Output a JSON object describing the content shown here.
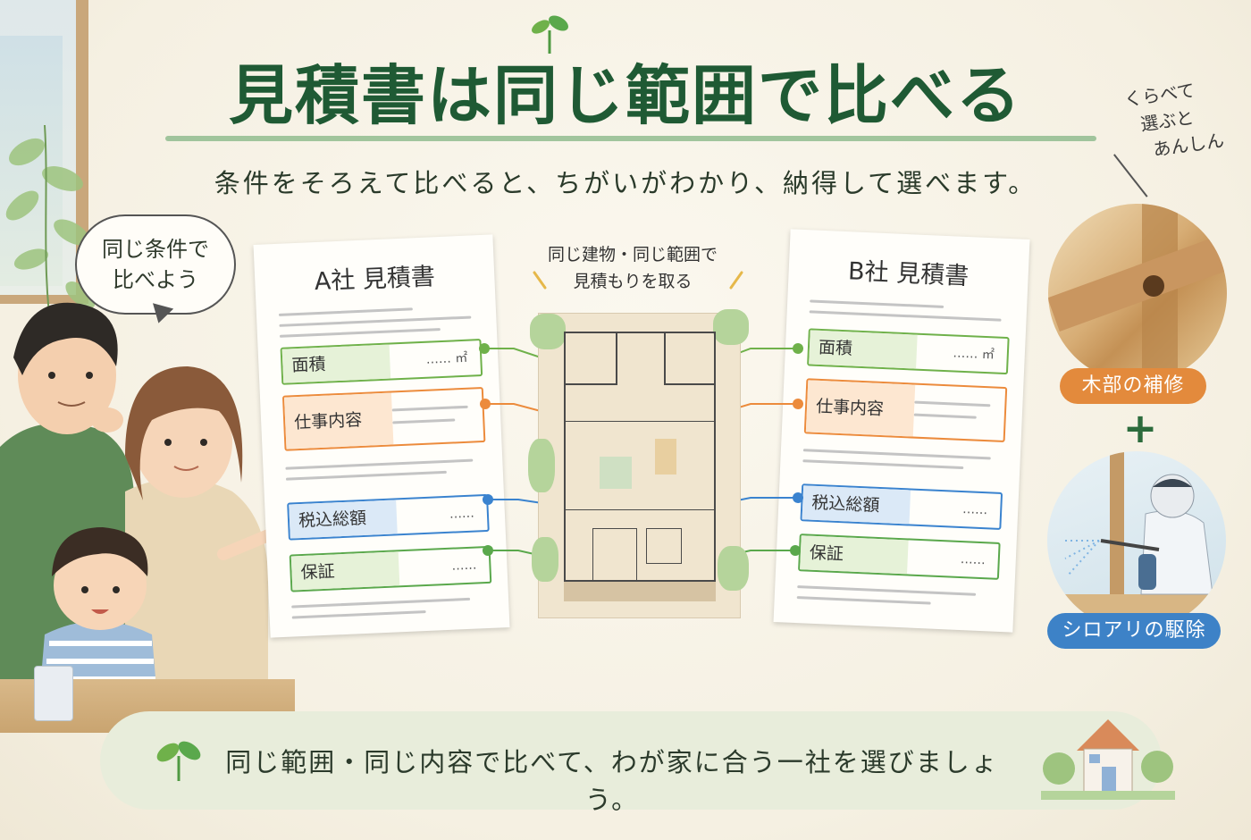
{
  "header": {
    "title": "見積書は同じ範囲で比べる",
    "subtitle": "条件をそろえて比べると、ちがいがわかり、納得して選べます。",
    "side_note": [
      "くらべて",
      "選ぶと",
      "あんしん"
    ]
  },
  "speech_bubble": [
    "同じ条件で",
    "比べよう"
  ],
  "center_plan": {
    "label": [
      "同じ建物・同じ範囲で",
      "見積もりを取る"
    ]
  },
  "doc_a": {
    "title": "A社 見積書",
    "fields": [
      {
        "label": "面積",
        "value": "…… ㎡"
      },
      {
        "label": "仕事内容",
        "value": ""
      },
      {
        "label": "税込総額",
        "value": "……"
      },
      {
        "label": "保証",
        "value": "……"
      }
    ]
  },
  "doc_b": {
    "title": "B社 見積書",
    "fields": [
      {
        "label": "面積",
        "value": "…… ㎡"
      },
      {
        "label": "仕事内容",
        "value": ""
      },
      {
        "label": "税込総額",
        "value": "……"
      },
      {
        "label": "保証",
        "value": "……"
      }
    ]
  },
  "services": {
    "wood_repair": "木部の補修",
    "plus": "+",
    "termite": "シロアリの駆除"
  },
  "footer": {
    "message": "同じ範囲・同じ内容で比べて、わが家に合う一社を選びましょう。"
  },
  "colors": {
    "title_green": "#1f5a34",
    "area_green": "#6fb14a",
    "work_orange": "#ec8b3c",
    "total_blue": "#3a83cf",
    "warranty_green": "#5aa84c",
    "pill_orange": "#e38a3c",
    "pill_blue": "#3d82c7"
  },
  "icons": [
    "sprout-icon",
    "house-icon",
    "leaf-icon"
  ]
}
